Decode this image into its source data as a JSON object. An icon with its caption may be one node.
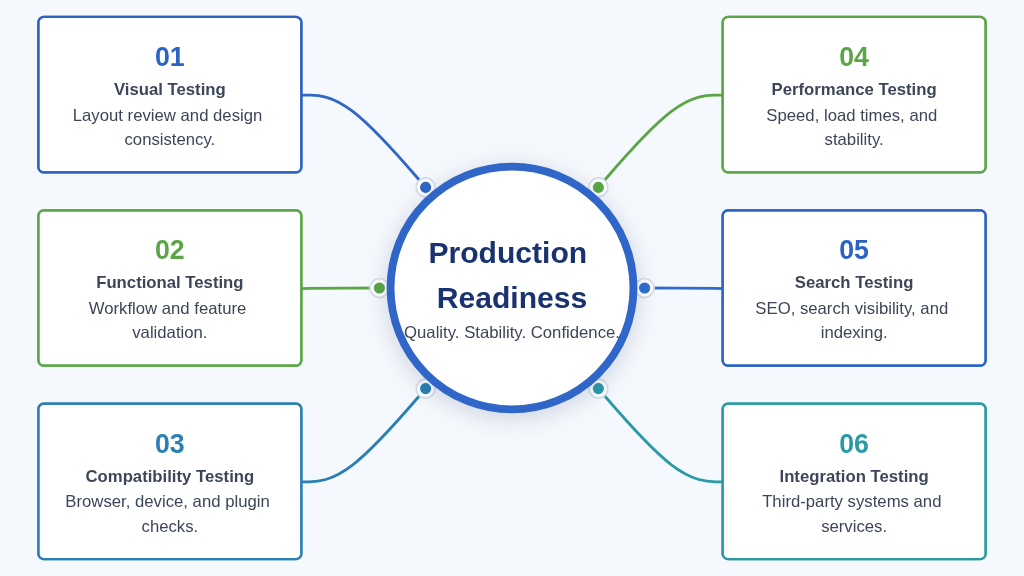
{
  "diagram": {
    "nodes": [
      {
        "text": [
          "Production Readiness",
          "Quality. Stability. Confidence."
        ]
      },
      {
        "text": [
          "01",
          "Visual Testing",
          "Layout review and design consistency."
        ]
      },
      {
        "text": [
          "02",
          "Functional Testing",
          "Workflow and feature validation."
        ]
      },
      {
        "text": [
          "03",
          "Compatibility Testing",
          "Browser, device, and plugin checks."
        ]
      },
      {
        "text": [
          "04",
          "Performance Testing",
          "Speed, load times, and stability."
        ]
      },
      {
        "text": [
          "05",
          "Search Testing",
          "SEO, search visibility, and indexing."
        ]
      },
      {
        "text": [
          "06",
          "Integration Testing",
          "Third-party systems and services."
        ]
      }
    ],
    "edges": [
      {
        "from": 1,
        "to": 0,
        "arrow": "other",
        "color": "#2f66c8"
      },
      {
        "from": 2,
        "to": 0,
        "arrow": "other",
        "color": "#5aa646"
      },
      {
        "from": 3,
        "to": 0,
        "arrow": "other",
        "color": "#2a7fb5"
      },
      {
        "from": 4,
        "to": 0,
        "arrow": "other",
        "color": "#5aa646"
      },
      {
        "from": 5,
        "to": 0,
        "arrow": "other",
        "color": "#2f6ccf"
      },
      {
        "from": 6,
        "to": 0,
        "arrow": "other",
        "color": "#2a9aa8"
      }
    ]
  }
}
